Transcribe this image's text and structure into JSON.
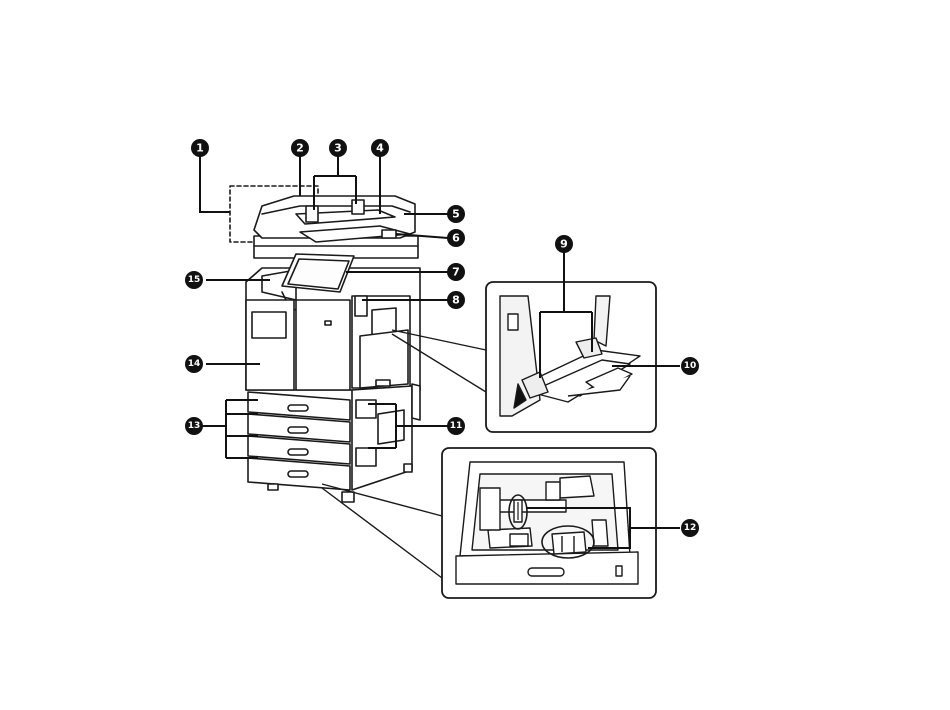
{
  "callouts": [
    "1",
    "2",
    "3",
    "4",
    "5",
    "6",
    "7",
    "8",
    "9",
    "10",
    "11",
    "12",
    "13",
    "14",
    "15"
  ],
  "colors": {
    "ink": "#111111",
    "outline": "#1a1a1a",
    "panel": "#f7f7f7",
    "white": "#ffffff"
  }
}
